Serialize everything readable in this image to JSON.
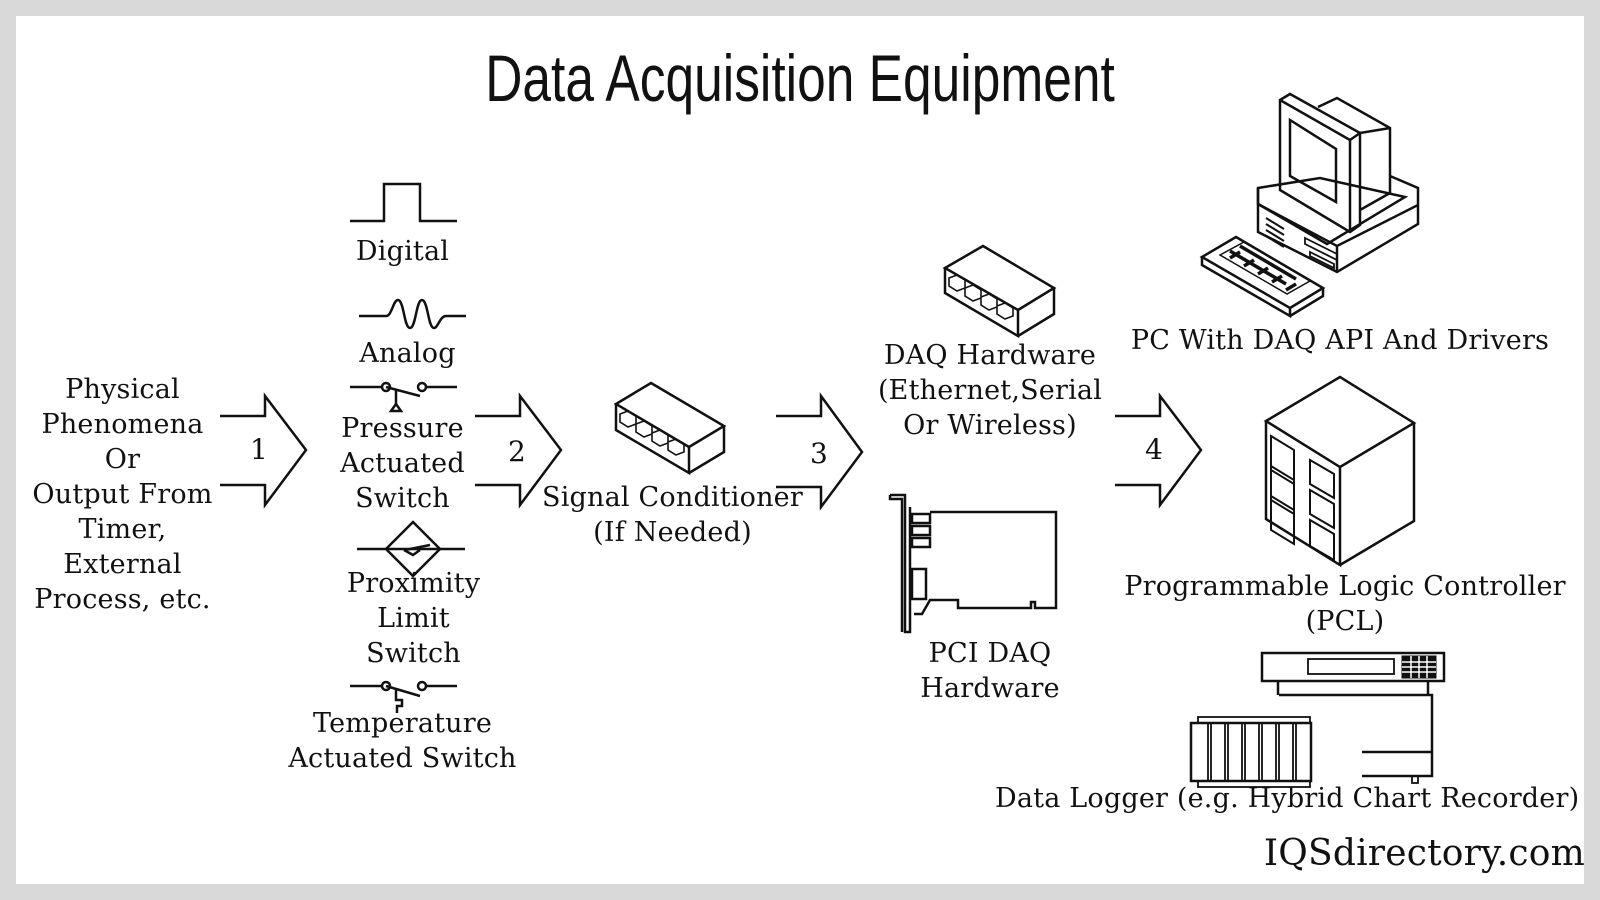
{
  "title": "Data Acquisition Equipment",
  "steps": [
    "1",
    "2",
    "3",
    "4"
  ],
  "source": {
    "lines": [
      "Physical",
      "Phenomena",
      "Or",
      "Output From",
      "Timer,",
      "External",
      "Process, etc."
    ]
  },
  "signals": {
    "digital": "Digital",
    "analog": "Analog",
    "pressure": [
      "Pressure",
      "Actuated",
      "Switch"
    ],
    "proximity": [
      "Proximity",
      "Limit",
      "Switch"
    ],
    "temperature": [
      "Temperature",
      "Actuated Switch"
    ]
  },
  "conditioner": {
    "lines": [
      "Signal Conditioner",
      "(If Needed)"
    ]
  },
  "daq": {
    "external": [
      "DAQ Hardware",
      "(Ethernet,Serial",
      "Or Wireless)"
    ],
    "pci": [
      "PCI DAQ",
      "Hardware"
    ]
  },
  "outputs": {
    "pc": "PC With DAQ API And Drivers",
    "plc": [
      "Programmable Logic Controller",
      "(PCL)"
    ],
    "logger": "Data Logger (e.g. Hybrid Chart Recorder)"
  },
  "brand": "IQSdirectory.com",
  "colors": {
    "frame": "#d9d9d9",
    "background": "#ffffff",
    "ink": "#111111"
  }
}
